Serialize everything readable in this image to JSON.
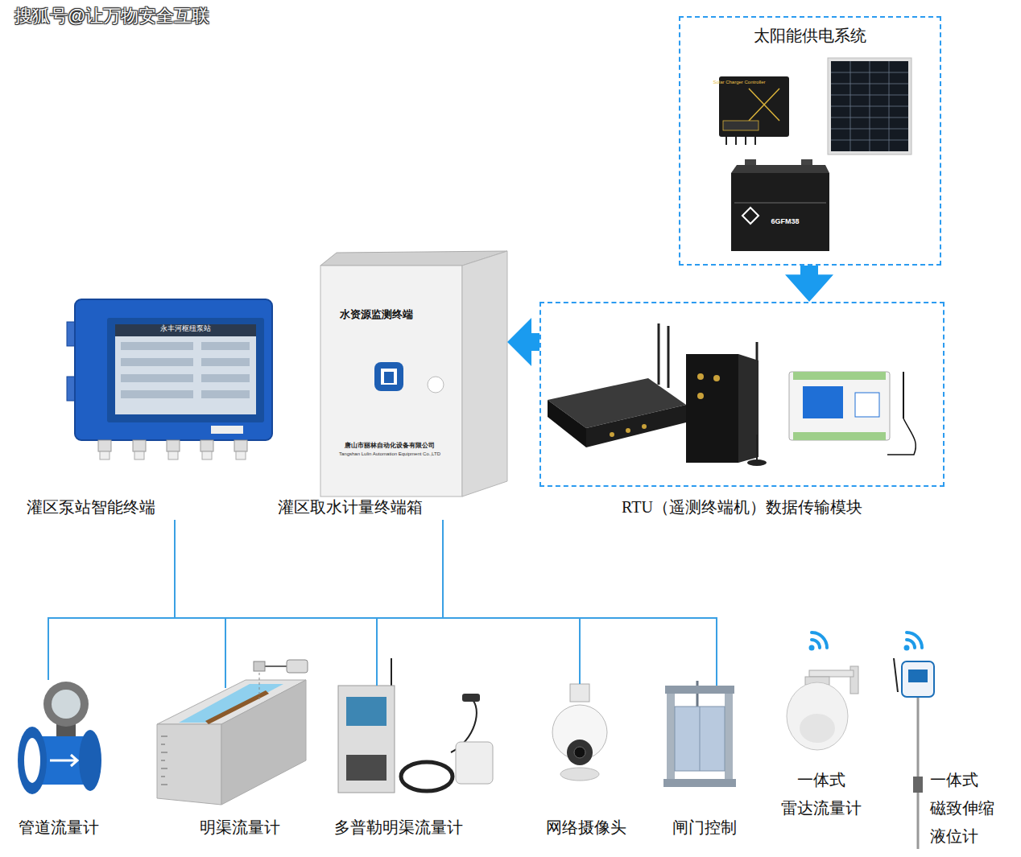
{
  "diagram": {
    "nodes": [
      {
        "text": [
          "太阳能供电系统"
        ]
      },
      {
        "text": [
          "RTU（遥测终端机）数据传输模块"
        ]
      },
      {
        "text": [
          "灌区泵站智能终端"
        ]
      },
      {
        "text": [
          "灌区取水计量终端箱"
        ]
      },
      {
        "text": [
          "管道流量计"
        ]
      },
      {
        "text": [
          "明渠流量计"
        ]
      },
      {
        "text": [
          "多普勒明渠流量计"
        ]
      },
      {
        "text": [
          "网络摄像头"
        ]
      },
      {
        "text": [
          "闸门控制"
        ]
      },
      {
        "text": [
          "一体式 雷达流量计"
        ]
      },
      {
        "text": [
          "一体式 磁致伸缩 液位计"
        ]
      }
    ],
    "edges": [
      {
        "from": 0,
        "to": 1,
        "arrow": "to"
      },
      {
        "from": 1,
        "to": 3,
        "arrow": "to"
      },
      {
        "from": 2,
        "to": 4,
        "arrow": "none"
      },
      {
        "from": 2,
        "to": 5,
        "arrow": "none"
      },
      {
        "from": 2,
        "to": 6,
        "arrow": "none"
      },
      {
        "from": 2,
        "to": 7,
        "arrow": "none"
      },
      {
        "from": 2,
        "to": 8,
        "arrow": "none"
      },
      {
        "from": 3,
        "to": 4,
        "arrow": "none"
      },
      {
        "from": 3,
        "to": 5,
        "arrow": "none"
      },
      {
        "from": 3,
        "to": 6,
        "arrow": "none"
      },
      {
        "from": 3,
        "to": 7,
        "arrow": "none"
      },
      {
        "from": 3,
        "to": 8,
        "arrow": "none"
      }
    ],
    "labels": [
      "搜狐号@让万物安全互联",
      "Solar Charger Controller",
      "6GFM38",
      "永丰河枢纽泵站",
      "水资源监测终端",
      "唐山市丽林自动化设备有限公司",
      "Tangshan Lulin Automation Equipment Co.,LTD"
    ]
  }
}
